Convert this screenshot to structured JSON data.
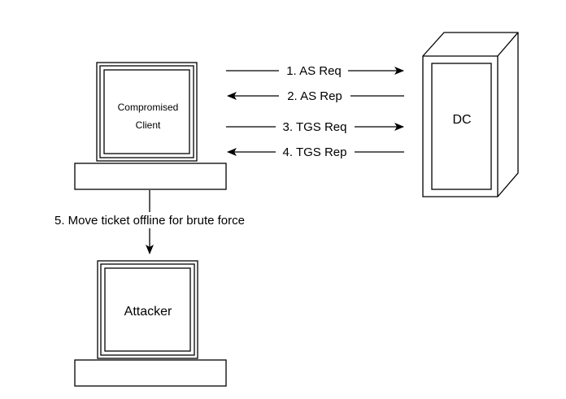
{
  "nodes": {
    "client": {
      "line1": "Compromised",
      "line2": "Client"
    },
    "dc": {
      "label": "DC"
    },
    "attacker": {
      "label": "Attacker"
    }
  },
  "edges": [
    {
      "label": "1. AS Req"
    },
    {
      "label": "2. AS Rep"
    },
    {
      "label": "3. TGS Req"
    },
    {
      "label": "4. TGS Rep"
    },
    {
      "label": "5. Move ticket offline for brute force"
    }
  ],
  "colors": {
    "stroke": "#000000",
    "fill": "#ffffff"
  }
}
